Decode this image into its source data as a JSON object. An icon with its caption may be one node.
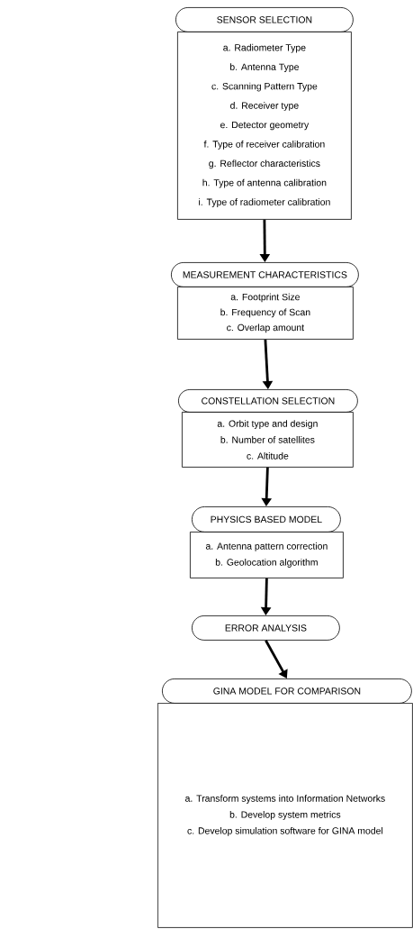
{
  "diagram": {
    "nodes": [
      {
        "text": [
          "SENSOR SELECTION"
        ]
      },
      {
        "text": [
          "a. Radiometer Type",
          "b. Antenna Type",
          "c. Scanning Pattern Type",
          "d. Receiver type",
          "e. Detector geometry",
          "f. Type of receiver calibration",
          "g. Reflector characteristics",
          "h. Type of antenna calibration",
          "i. Type of radiometer calibration"
        ]
      },
      {
        "text": [
          "MEASUREMENT CHARACTERISTICS"
        ]
      },
      {
        "text": [
          "a. Footprint Size",
          "b. Frequency of Scan",
          "c. Overlap amount"
        ]
      },
      {
        "text": [
          "CONSTELLATION SELECTION"
        ]
      },
      {
        "text": [
          "a. Orbit type and design",
          "b. Number of satellites",
          "c. Altitude"
        ]
      },
      {
        "text": [
          "PHYSICS BASED MODEL"
        ]
      },
      {
        "text": [
          "a. Antenna pattern correction",
          "b. Geolocation algorithm"
        ]
      },
      {
        "text": [
          "ERROR ANALYSIS"
        ]
      },
      {
        "text": [
          "GINA MODEL FOR COMPARISON"
        ]
      },
      {
        "text": [
          "a. Transform systems into Information Networks",
          "b. Develop system metrics",
          "c. Develop simulation software for GINA model"
        ]
      }
    ],
    "edges": [
      {
        "from": 1,
        "to": 2,
        "arrow": "to"
      },
      {
        "from": 3,
        "to": 4,
        "arrow": "to"
      },
      {
        "from": 5,
        "to": 6,
        "arrow": "to"
      },
      {
        "from": 7,
        "to": 8,
        "arrow": "to"
      },
      {
        "from": 8,
        "to": 9,
        "arrow": "to"
      }
    ]
  }
}
